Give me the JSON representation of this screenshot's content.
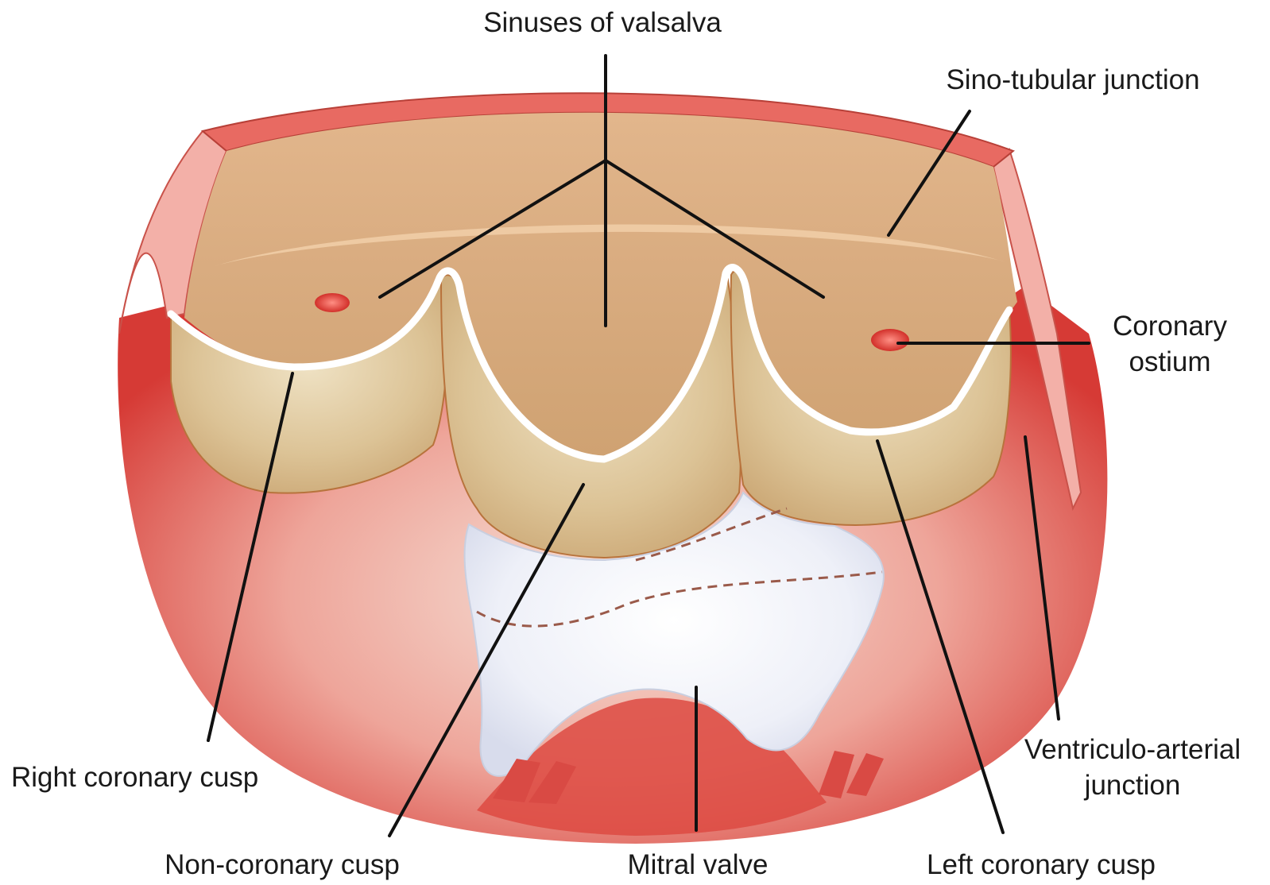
{
  "labels": {
    "sinuses": "Sinuses of valsalva",
    "sinotubular": "Sino-tubular junction",
    "ostium_line1": "Coronary",
    "ostium_line2": "ostium",
    "right_cusp": "Right coronary cusp",
    "va_line1": "Ventriculo-arterial",
    "va_line2": "junction",
    "noncoronary": "Non-coronary cusp",
    "mitral": "Mitral valve",
    "left_cusp": "Left coronary cusp"
  },
  "colors": {
    "aortic_wall": "#e86a62",
    "sinus_tissue": "#d9ad82",
    "cusp_tissue": "#d6bc8e",
    "myocardium": "#d73f3a",
    "mitral_leaflet": "#eaeef8",
    "ostium": "#e03a32"
  }
}
